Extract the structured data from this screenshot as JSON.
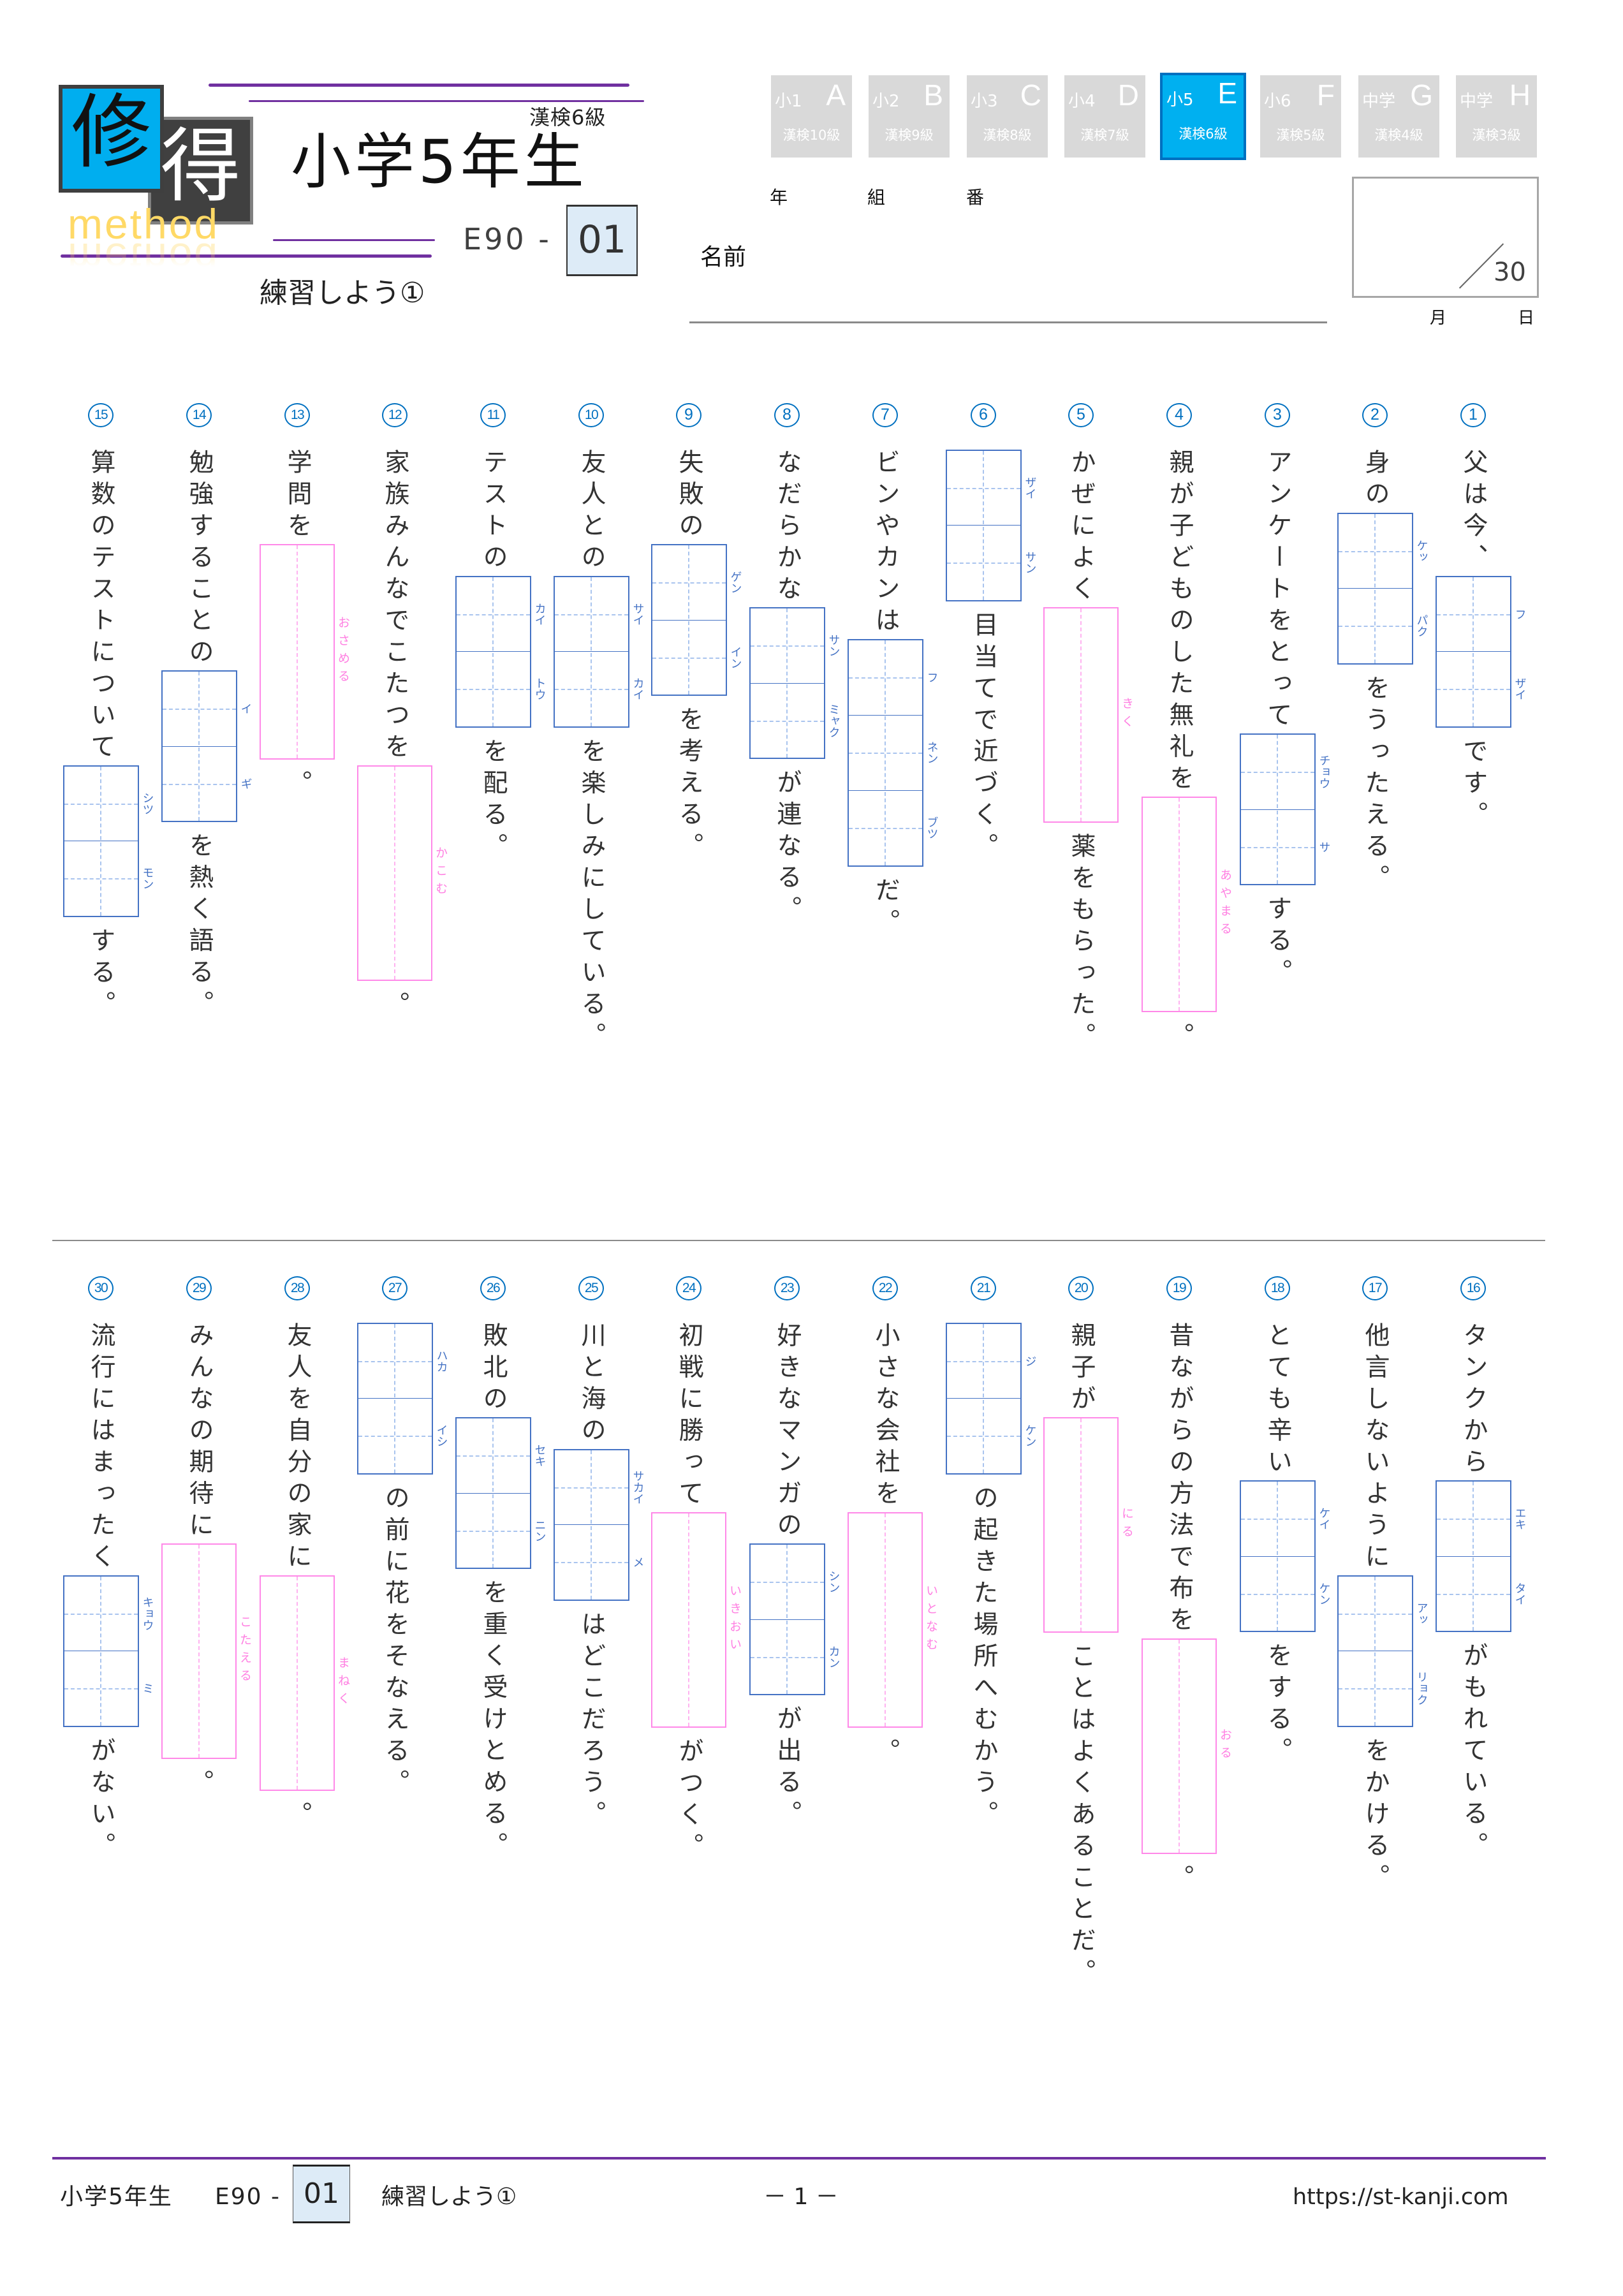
{
  "header": {
    "logo_char_1": "修",
    "logo_char_2": "得",
    "logo_sub": "method",
    "kanken_level": "漢検6級",
    "title": "小学5年生",
    "code_prefix": "E90 -",
    "code_number": "01",
    "subtitle": "練習しよう①"
  },
  "grade_tabs": [
    {
      "grade": "小1",
      "letter": "A",
      "kanken": "漢検10級",
      "active": false
    },
    {
      "grade": "小2",
      "letter": "B",
      "kanken": "漢検9級",
      "active": false
    },
    {
      "grade": "小3",
      "letter": "C",
      "kanken": "漢検8級",
      "active": false
    },
    {
      "grade": "小4",
      "letter": "D",
      "kanken": "漢検7級",
      "active": false
    },
    {
      "grade": "小5",
      "letter": "E",
      "kanken": "漢検6級",
      "active": true
    },
    {
      "grade": "小6",
      "letter": "F",
      "kanken": "漢検5級",
      "active": false
    },
    {
      "grade": "中学",
      "letter": "G",
      "kanken": "漢検4級",
      "active": false
    },
    {
      "grade": "中学",
      "letter": "H",
      "kanken": "漢検3級",
      "active": false
    }
  ],
  "student_info": {
    "year_label": "年",
    "class_label": "組",
    "number_label": "番",
    "name_label": "名前"
  },
  "score": {
    "total": "30",
    "month_label": "月",
    "day_label": "日"
  },
  "questions": [
    {
      "num": "1",
      "before": "父は今、",
      "answer_type": "katakana",
      "cells": [
        "フ",
        "ザイ"
      ],
      "after": "です。"
    },
    {
      "num": "2",
      "before": "身の",
      "answer_type": "katakana",
      "cells": [
        "ケッ",
        "パク"
      ],
      "after": "をうったえる。"
    },
    {
      "num": "3",
      "before": "アンケートをとって",
      "answer_type": "katakana",
      "cells": [
        "チョウ",
        "サ"
      ],
      "after": "する。"
    },
    {
      "num": "4",
      "before": "親が子どものした無礼を",
      "answer_type": "hiragana",
      "reading": "あやまる",
      "after": "。"
    },
    {
      "num": "5",
      "before": "かぜによく",
      "answer_type": "hiragana",
      "reading": "きく",
      "after": "薬をもらった。"
    },
    {
      "num": "6",
      "answer_type": "katakana",
      "cells": [
        "ザイ",
        "サン"
      ],
      "after": "目当てで近づく。"
    },
    {
      "num": "7",
      "before": "ビンやカンは",
      "answer_type": "katakana",
      "cells": [
        "フ",
        "ネン",
        "ブツ"
      ],
      "after": "だ。"
    },
    {
      "num": "8",
      "before": "なだらかな",
      "answer_type": "katakana",
      "cells": [
        "サン",
        "ミャク"
      ],
      "after": "が連なる。"
    },
    {
      "num": "9",
      "before": "失敗の",
      "answer_type": "katakana",
      "cells": [
        "ゲン",
        "イン"
      ],
      "after": "を考える。"
    },
    {
      "num": "10",
      "before": "友人との",
      "answer_type": "katakana",
      "cells": [
        "サイ",
        "カイ"
      ],
      "after": "を楽しみにしている。"
    },
    {
      "num": "11",
      "before": "テストの",
      "answer_type": "katakana",
      "cells": [
        "カイ",
        "トウ"
      ],
      "after": "を配る。"
    },
    {
      "num": "12",
      "before": "家族みんなでこたつを",
      "answer_type": "hiragana",
      "reading": "かこむ",
      "after": "。"
    },
    {
      "num": "13",
      "before": "学問を",
      "answer_type": "hiragana",
      "reading": "おさめる",
      "after": "。"
    },
    {
      "num": "14",
      "before": "勉強することの",
      "answer_type": "katakana",
      "cells": [
        "イ",
        "ギ"
      ],
      "after": "を熱く語る。"
    },
    {
      "num": "15",
      "before": "算数のテストについて",
      "answer_type": "katakana",
      "cells": [
        "シツ",
        "モン"
      ],
      "after": "する。"
    },
    {
      "num": "16",
      "before": "タンクから",
      "answer_type": "katakana",
      "cells": [
        "エキ",
        "タイ"
      ],
      "after": "がもれている。"
    },
    {
      "num": "17",
      "before": "他言しないように",
      "answer_type": "katakana",
      "cells": [
        "アッ",
        "リョク"
      ],
      "after": "をかける。"
    },
    {
      "num": "18",
      "before": "とても辛い",
      "answer_type": "katakana",
      "cells": [
        "ケイ",
        "ケン"
      ],
      "after": "をする。"
    },
    {
      "num": "19",
      "before": "昔ながらの方法で布を",
      "answer_type": "hiragana",
      "reading": "おる",
      "after": "。"
    },
    {
      "num": "20",
      "before": "親子が",
      "answer_type": "hiragana",
      "reading": "にる",
      "after": "ことはよくあることだ。"
    },
    {
      "num": "21",
      "answer_type": "katakana",
      "cells": [
        "ジ",
        "ケン"
      ],
      "after": "の起きた場所へむかう。"
    },
    {
      "num": "22",
      "before": "小さな会社を",
      "answer_type": "hiragana",
      "reading": "いとなむ",
      "after": "。"
    },
    {
      "num": "23",
      "before": "好きなマンガの",
      "answer_type": "katakana",
      "cells": [
        "シン",
        "カン"
      ],
      "after": "が出る。"
    },
    {
      "num": "24",
      "before": "初戦に勝って",
      "answer_type": "hiragana",
      "reading": "いきおい",
      "after": "がつく。"
    },
    {
      "num": "25",
      "before": "川と海の",
      "answer_type": "katakana",
      "cells": [
        "サカイ",
        "メ"
      ],
      "after": "はどこだろう。"
    },
    {
      "num": "26",
      "before": "敗北の",
      "answer_type": "katakana",
      "cells": [
        "セキ",
        "ニン"
      ],
      "after": "を重く受けとめる。"
    },
    {
      "num": "27",
      "answer_type": "katakana",
      "cells": [
        "ハカ",
        "イシ"
      ],
      "after": "の前に花をそなえる。"
    },
    {
      "num": "28",
      "before": "友人を自分の家に",
      "answer_type": "hiragana",
      "reading": "まねく",
      "after": "。"
    },
    {
      "num": "29",
      "before": "みんなの期待に",
      "answer_type": "hiragana",
      "reading": "こたえる",
      "after": "。"
    },
    {
      "num": "30",
      "before": "流行にはまったく",
      "answer_type": "katakana",
      "cells": [
        "キョウ",
        "ミ"
      ],
      "after": "がない。"
    }
  ],
  "footer": {
    "grade": "小学5年生",
    "code_prefix": "E90 -",
    "code_number": "01",
    "title": "練習しよう①",
    "page": "－ 1 －",
    "url": "https://st-kanji.com"
  },
  "colors": {
    "purple_rule": "#7030A0",
    "logo_blue": "#00AEEF",
    "logo_dark": "#404040",
    "logo_sub": "#FFD966",
    "active_tab": "#00B0F0",
    "active_tab_border": "#0070C0",
    "inactive_tab": "#D9D9D9",
    "number_circle": "#0070C0",
    "katakana_box": "#4472C4",
    "hiragana_box": "#FF88E8",
    "code_box_fill": "#DDEBF7",
    "text": "#333333"
  }
}
